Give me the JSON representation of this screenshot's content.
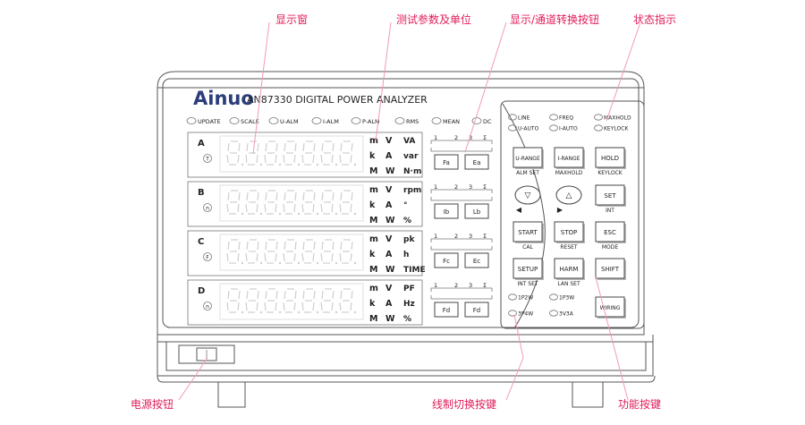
{
  "callouts": {
    "display_window": "显示窗",
    "test_params": "测试参数及单位",
    "display_channel": "显示/通道转换按钮",
    "status": "状态指示",
    "power": "电源按钮",
    "wiring_switch": "线制切换按键",
    "function_keys": "功能按键"
  },
  "brand": "Ainuo",
  "model": "AN87330 DIGITAL POWER ANALYZER",
  "top_indicators": [
    "UPDATE",
    "SCALE",
    "U-ALM",
    "I-ALM",
    "P-ALM",
    "RMS",
    "MEAN",
    "DC"
  ],
  "status_indicators": [
    [
      "LINE",
      "FREQ",
      "MAXHOLD"
    ],
    [
      "U-AUTO",
      "I-AUTO",
      "KEYLOCK"
    ]
  ],
  "rows": [
    {
      "letter": "A",
      "circle": "T",
      "units": [
        [
          "m",
          "V",
          "VA"
        ],
        [
          "k",
          "A",
          "var"
        ],
        [
          "M",
          "W",
          "N·m"
        ]
      ],
      "sel_left": "Fa",
      "sel_right": "Ea"
    },
    {
      "letter": "B",
      "circle": "n",
      "units": [
        [
          "m",
          "V",
          "rpm"
        ],
        [
          "k",
          "A",
          "°"
        ],
        [
          "M",
          "W",
          "%"
        ]
      ],
      "sel_left": "Ib",
      "sel_right": "Lb"
    },
    {
      "letter": "C",
      "circle": "F",
      "units": [
        [
          "m",
          "V",
          "pk"
        ],
        [
          "k",
          "A",
          "h"
        ],
        [
          "M",
          "W",
          "TIME"
        ]
      ],
      "sel_left": "Fc",
      "sel_right": "Ec"
    },
    {
      "letter": "D",
      "circle": "n",
      "units": [
        [
          "m",
          "V",
          "PF"
        ],
        [
          "k",
          "A",
          "Hz"
        ],
        [
          "M",
          "W",
          "%"
        ]
      ],
      "sel_left": "Fd",
      "sel_right": "Fd"
    }
  ],
  "selector_numbers": [
    "1",
    "2",
    "3",
    "Σ"
  ],
  "keys": [
    {
      "label": "U-RANGE",
      "sub": "ALM SET"
    },
    {
      "label": "I-RANGE",
      "sub": "MAXHOLD"
    },
    {
      "label": "HOLD",
      "sub": "KEYLOCK"
    },
    {
      "label": "▽",
      "sub": "◀"
    },
    {
      "label": "△",
      "sub": "▶"
    },
    {
      "label": "SET",
      "sub": "INT"
    },
    {
      "label": "START",
      "sub": "CAL"
    },
    {
      "label": "STOP",
      "sub": "RESET"
    },
    {
      "label": "ESC",
      "sub": "MODE"
    },
    {
      "label": "SETUP",
      "sub": "INT SET"
    },
    {
      "label": "HARM",
      "sub": "LAN SET"
    },
    {
      "label": "SHIFT",
      "sub": ""
    },
    {
      "label": "WIRING",
      "sub": ""
    }
  ],
  "wiring_indicators": [
    "1P2W",
    "1P3W",
    "3P4W",
    "3V3A"
  ]
}
